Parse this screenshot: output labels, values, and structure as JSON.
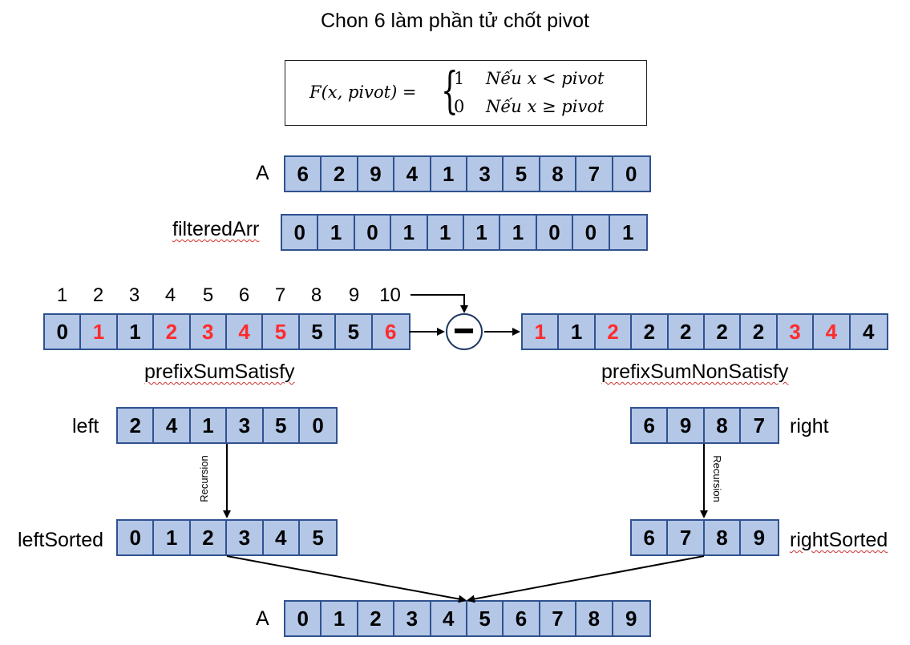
{
  "title": "Chon 6 làm phần tử chốt pivot",
  "formula": {
    "lhs": "F(x, pivot) =",
    "row1_value": "1",
    "row1_cond": "Nếu x < pivot",
    "row2_value": "0",
    "row2_cond": "Nếu x ≥ pivot"
  },
  "labels": {
    "A_top": "A",
    "filtered": "filteredArr",
    "prefix_satisfy": "prefixSumSatisfy",
    "prefix_nonsatisfy": "prefixSumNonSatisfy",
    "left": "left",
    "right": "right",
    "left_sorted": "leftSorted",
    "right_sorted": "rightSorted",
    "A_bottom": "A",
    "recursion_left": "Recursion",
    "recursion_right": "Recursion"
  },
  "indices": [
    "1",
    "2",
    "3",
    "4",
    "5",
    "6",
    "7",
    "8",
    "9",
    "10"
  ],
  "arrays": {
    "A": [
      "6",
      "2",
      "9",
      "4",
      "1",
      "3",
      "5",
      "8",
      "7",
      "0"
    ],
    "filteredArr": [
      "0",
      "1",
      "0",
      "1",
      "1",
      "1",
      "1",
      "0",
      "0",
      "1"
    ],
    "prefixSumSatisfy": [
      "0",
      "1",
      "1",
      "2",
      "3",
      "4",
      "5",
      "5",
      "5",
      "6"
    ],
    "prefixSumSatisfy_red": [
      false,
      true,
      false,
      true,
      true,
      true,
      true,
      false,
      false,
      true
    ],
    "prefixSumNonSatisfy": [
      "1",
      "1",
      "2",
      "2",
      "2",
      "2",
      "2",
      "3",
      "4",
      "4"
    ],
    "prefixSumNonSatisfy_red": [
      true,
      false,
      true,
      false,
      false,
      false,
      false,
      true,
      true,
      false
    ],
    "left": [
      "2",
      "4",
      "1",
      "3",
      "5",
      "0"
    ],
    "right": [
      "6",
      "9",
      "8",
      "7"
    ],
    "leftSorted": [
      "0",
      "1",
      "2",
      "3",
      "4",
      "5"
    ],
    "rightSorted": [
      "6",
      "7",
      "8",
      "9"
    ],
    "A_sorted": [
      "0",
      "1",
      "2",
      "3",
      "4",
      "5",
      "6",
      "7",
      "8",
      "9"
    ]
  },
  "colors": {
    "cell_fill": "#b4c7e7",
    "cell_border": "#2f528f",
    "highlight_text": "#ff2b2b"
  }
}
